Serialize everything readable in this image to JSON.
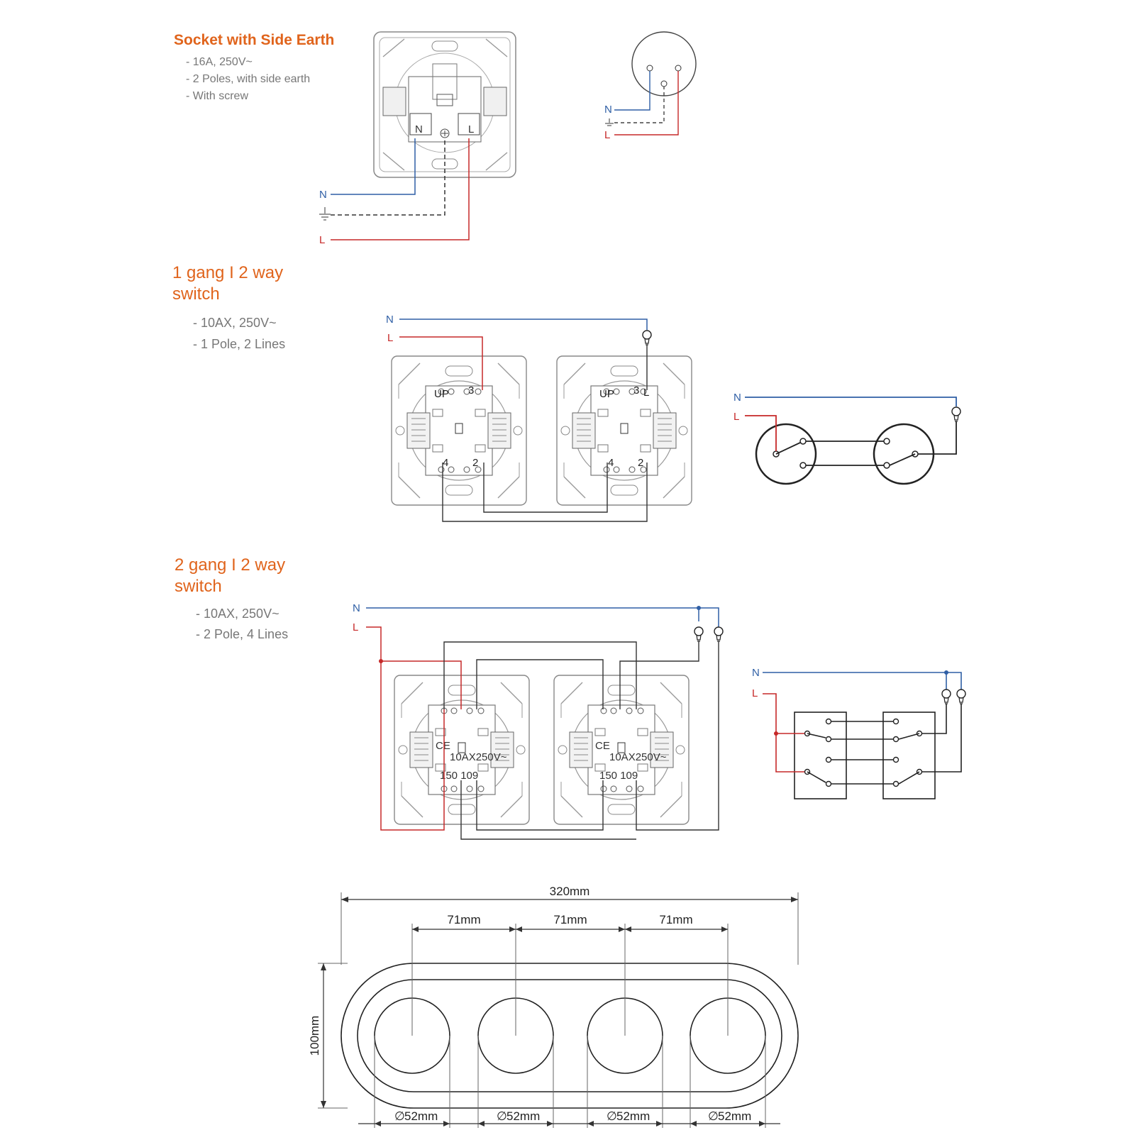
{
  "colors": {
    "accent": "#e0641c",
    "neutral_wire": "#2f5fa5",
    "live_wire": "#c62828",
    "plate": "#888888"
  },
  "socket": {
    "title": "Socket with Side Earth",
    "specs": [
      "- 16A, 250V~",
      "- 2 Poles, with side earth",
      "- With screw"
    ],
    "wire_n": "N",
    "wire_l": "L",
    "inner_n": "N",
    "inner_l": "L"
  },
  "one_gang": {
    "title": [
      "1 gang I 2 way",
      "switch"
    ],
    "specs": [
      "- 10AX, 250V~",
      "- 1 Pole, 2 Lines"
    ],
    "wire_n": "N",
    "wire_l": "L",
    "schematic_n": "N",
    "schematic_l": "L",
    "module_up": "UP",
    "module_l": "L",
    "terminal_numbers": [
      "3",
      "4",
      "2"
    ]
  },
  "two_gang": {
    "title": [
      "2 gang I 2 way",
      "switch"
    ],
    "specs": [
      "- 10AX, 250V~",
      "- 2 Pole, 4 Lines"
    ],
    "wire_n": "N",
    "wire_l": "L",
    "schematic_n": "N",
    "schematic_l": "L",
    "ce_mark": "CE",
    "rating_print": "10AX250V~",
    "code_print": "150 109"
  },
  "dimensions": {
    "total_width": "320mm",
    "spacings": [
      "71mm",
      "71mm",
      "71mm"
    ],
    "height": "100mm",
    "diameters": [
      "52mm",
      "52mm",
      "52mm",
      "52mm"
    ],
    "diameter_symbol": "∅"
  }
}
